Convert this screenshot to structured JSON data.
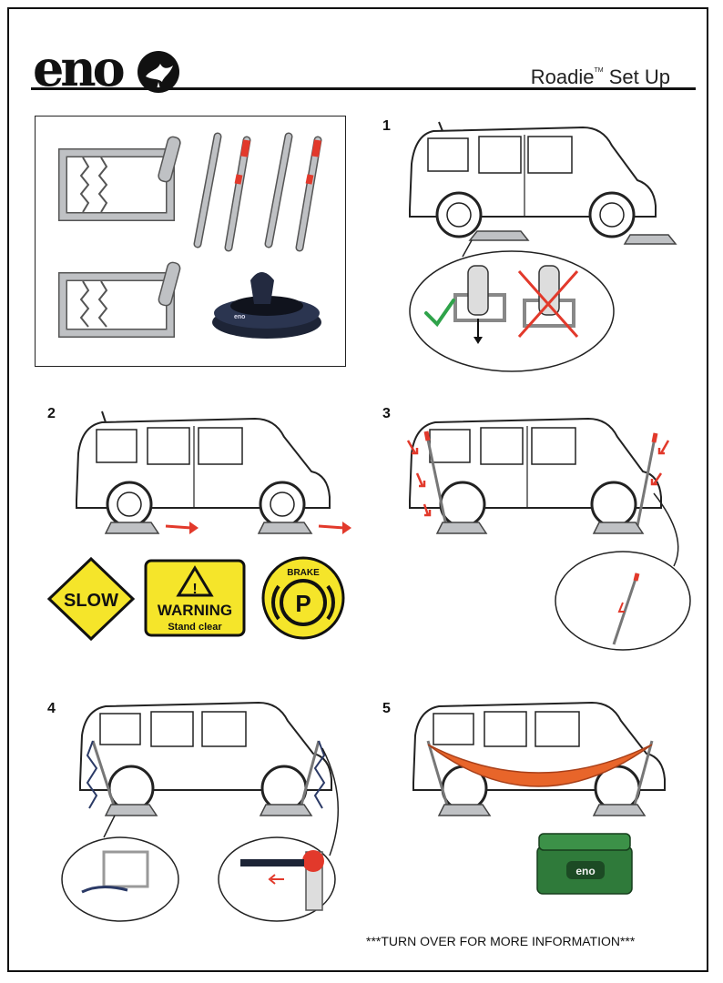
{
  "header": {
    "brand": "eno",
    "title": "Roadie",
    "tm": "TM",
    "title_suffix": " Set Up"
  },
  "steps": [
    {
      "number": "1"
    },
    {
      "number": "2"
    },
    {
      "number": "3"
    },
    {
      "number": "4"
    },
    {
      "number": "5"
    }
  ],
  "kit": {
    "strap_label": "eno"
  },
  "signs": {
    "slow": "SLOW",
    "warning_title": "WARNING",
    "warning_sub": "Stand clear",
    "brake_label": "BRAKE",
    "brake_letter": "P"
  },
  "cooler": {
    "label": "eno"
  },
  "footer": {
    "note": "***TURN OVER FOR MORE INFORMATION***"
  },
  "colors": {
    "accent_red": "#e2392b",
    "hammock_orange": "#e8652a",
    "sign_yellow": "#f5e52a",
    "cooler_green": "#2f7a3a",
    "check_green": "#2fa34a",
    "frame_gray": "#bfc1c4"
  }
}
